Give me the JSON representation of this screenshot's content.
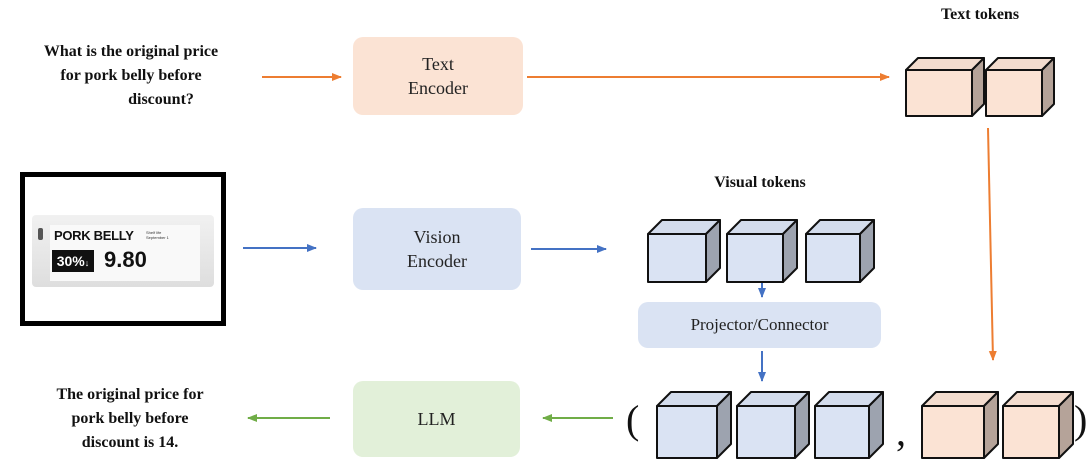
{
  "question": {
    "lines": [
      "What is the original price",
      "for pork belly before",
      "discount?"
    ]
  },
  "answer": {
    "lines": [
      "The original price for",
      "pork belly before",
      "discount is 14."
    ]
  },
  "boxes": {
    "text_encoder": [
      "Text",
      "Encoder"
    ],
    "vision_encoder": [
      "Vision",
      "Encoder"
    ],
    "projector": "Projector/Connector",
    "llm": "LLM"
  },
  "titles": {
    "text_tokens": "Text tokens",
    "visual_tokens": "Visual tokens"
  },
  "sequence": {
    "open": "(",
    "comma": ",",
    "close": ")"
  },
  "image": {
    "product": "PORK BELLY",
    "small_lines": [
      "Shelf life",
      "September 1"
    ],
    "discount": "30%",
    "discount_arrow": "↓",
    "price": "9.80"
  },
  "colors": {
    "orange_arrow": "#ed7d31",
    "blue_arrow": "#4472c4",
    "green_arrow": "#70ad47",
    "text_token_fill": "#fbe3d4",
    "visual_token_fill": "#dae3f3"
  }
}
